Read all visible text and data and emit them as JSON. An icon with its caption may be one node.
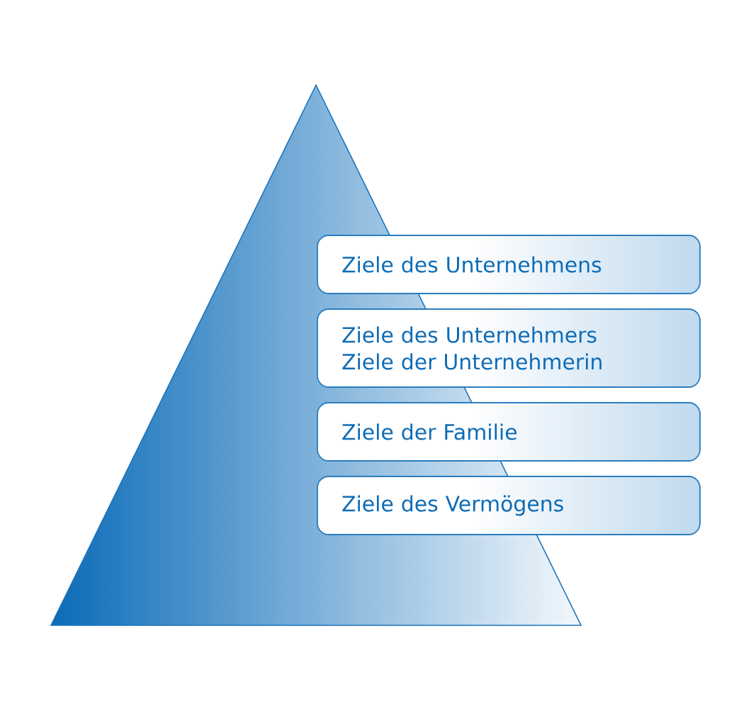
{
  "diagram": {
    "nodes": [
      {
        "text": [
          "Ziele des Unternehmens"
        ]
      },
      {
        "text": [
          "Ziele des Unternehmers",
          "Ziele der Unternehmerin"
        ]
      },
      {
        "text": [
          "Ziele der Familie"
        ]
      },
      {
        "text": [
          "Ziele des Vermögens"
        ]
      }
    ]
  }
}
